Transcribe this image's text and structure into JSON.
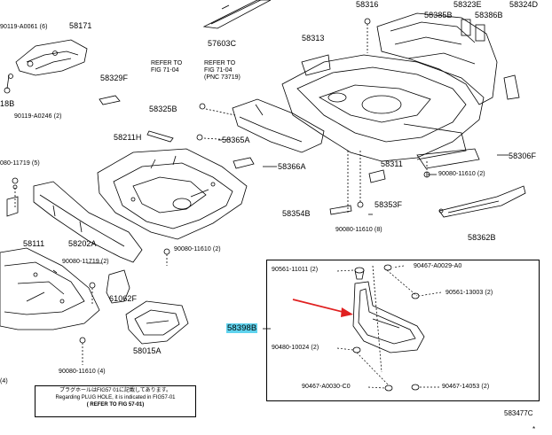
{
  "labels": {
    "p58171": "58171",
    "p90119_a0061": "90119-A0061 (6)",
    "p18b": "18B",
    "p90119_a0246": "90119-A0246 (2)",
    "p58329f": "58329F",
    "p58325b": "58325B",
    "p58211h": "58211H",
    "p90080_11719_5": "080-11719 (5)",
    "p58111": "58111",
    "p58202a": "58202A",
    "p90080_11719_2": "90080-11719 (2)",
    "p61062f": "61062F",
    "p58015a": "58015A",
    "p90080_11610_4": "90080-11610 (4)",
    "p90080_11610_2a": "90080-11610 (2)",
    "p57603c": "57603C",
    "p58365a": "58365A",
    "p58366a": "58366A",
    "p58313": "58313",
    "p58311": "58311",
    "p58354b": "58354B",
    "p58353f": "58353F",
    "p90080_11610_8": "90080-11610 (8)",
    "p90080_11610_2b": "90080-11610 (2)",
    "p58306f": "58306F",
    "p58362b": "58362B",
    "p58385b": "58385B",
    "p58386b": "58386B",
    "p58324d": "58324D",
    "p58323e": "58323E",
    "p58316": "58316",
    "p58398b": "58398B",
    "p90561_11011": "90561-11011 (2)",
    "p90467_a0029": "90467-A0029-A0",
    "p90561_13003": "90561-13003 (2)",
    "p90480_10024": "90480-10024 (2)",
    "p90467_a0030": "90467-A0030-C0",
    "p90467_14053": "90467-14053 (2)",
    "p_l4": "(4)"
  },
  "refs": {
    "ref1_line1": "REFER TO",
    "ref1_line2": "FIG 71-04",
    "ref2_line1": "REFER TO",
    "ref2_line2": "FIG 71-04",
    "ref2_line3": "(PNC 73719)"
  },
  "note": {
    "line1": "プラグホールはFIG57 01に記載してあります。",
    "line2": "Regarding PLUG HOLE, it is indicated in FIG57-01",
    "line3": "( REFER TO FIG 57-01)"
  },
  "drawing_id": "583477C",
  "asterisk": "*"
}
